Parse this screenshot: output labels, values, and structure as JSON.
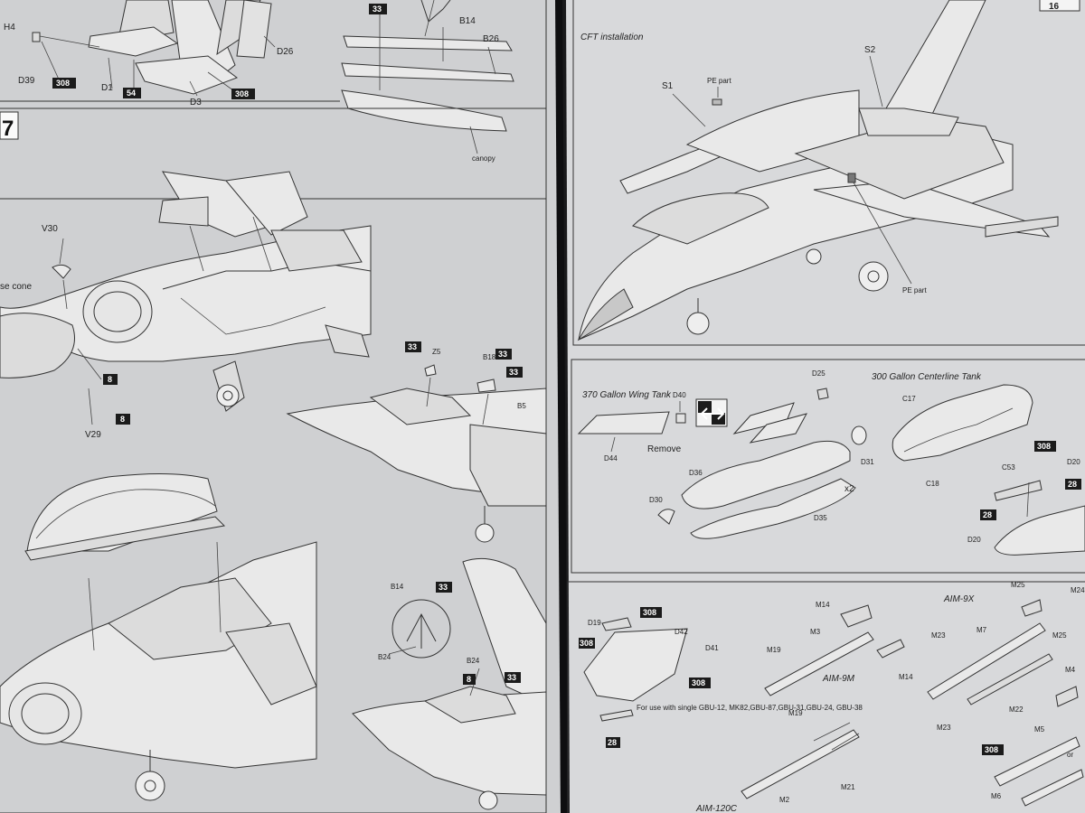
{
  "colors": {
    "paper_left": "#cfd0d2",
    "paper_right": "#d8d9db",
    "ink": "#222222",
    "badge": "#1b1b1b",
    "binding": "#1a1a1c"
  },
  "left_page": {
    "top_panel": {
      "labels": [
        "H4",
        "D39",
        "D1",
        "D3",
        "D26",
        "B14",
        "B26",
        "canopy"
      ],
      "badges": [
        "308",
        "54",
        "308",
        "33"
      ]
    },
    "step7": {
      "step_number": "7",
      "labels": [
        "V30",
        "se cone",
        "V29",
        "Z5",
        "B18",
        "B5",
        "B14",
        "B24",
        "B24"
      ],
      "badges": [
        "8",
        "8",
        "33",
        "33",
        "33",
        "33",
        "8",
        "33"
      ]
    }
  },
  "right_page": {
    "step_corner": "16",
    "cft_panel": {
      "title": "CFT installation",
      "labels": [
        "S1",
        "PE part",
        "S2",
        "PE part"
      ]
    },
    "tanks_panel": {
      "wing_tank_title": "370 Gallon Wing Tank",
      "centerline_title": "300 Gallon Centerline Tank",
      "labels": [
        "D44",
        "D40",
        "Remove",
        "D25",
        "D36",
        "D30",
        "D31",
        "D35",
        "x2",
        "C17",
        "C18",
        "C53",
        "D20",
        "D20"
      ],
      "badges": [
        "308",
        "28",
        "28"
      ]
    },
    "weapons_panel": {
      "labels": [
        "D19",
        "D42",
        "D41",
        "M14",
        "M3",
        "M19",
        "M19",
        "M14",
        "AIM-9M",
        "M21",
        "M2",
        "AIM-120C",
        "M25",
        "M24",
        "M25",
        "M23",
        "M7",
        "M23",
        "M22",
        "AIM-9X",
        "M4",
        "M5",
        "M6",
        "or"
      ],
      "note": "For use with single GBU-12, MK82,GBU-87,GBU-31,GBU-24, GBU-38",
      "badges": [
        "308",
        "308",
        "308",
        "28",
        "308"
      ]
    }
  }
}
